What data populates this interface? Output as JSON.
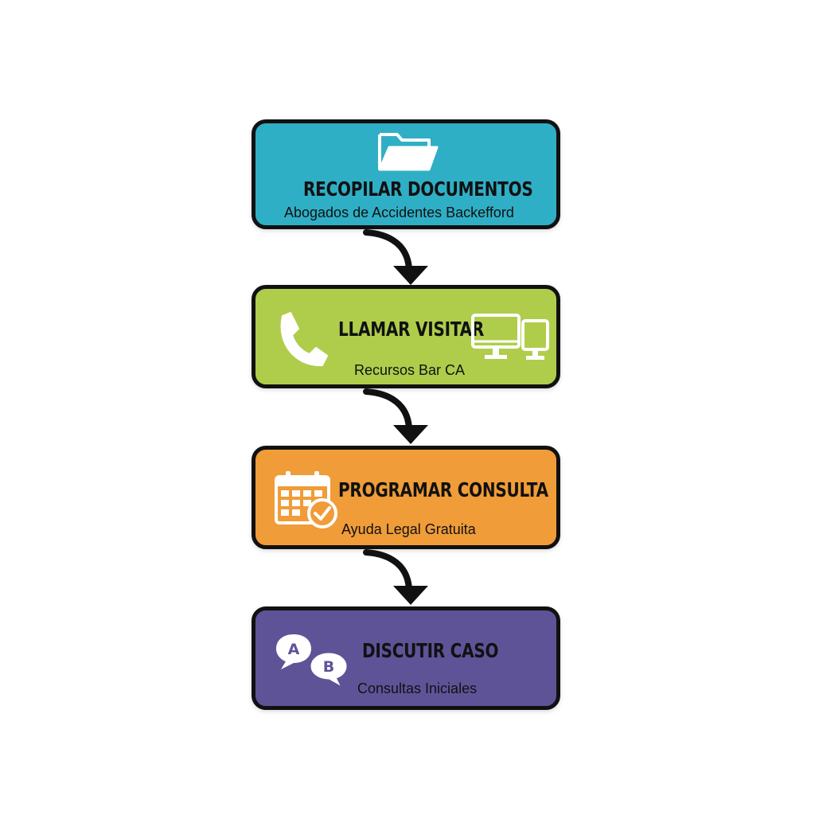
{
  "steps": [
    {
      "title": "RECOPILAR DOCUMENTOS",
      "subtitle": "Abogados de Accidentes Backefford",
      "icon": "folder-icon",
      "color": "#2fafc6"
    },
    {
      "title": "LLAMAR VISITAR",
      "subtitle": "Recursos Bar CA",
      "icon": "phone-and-computers-icon",
      "color": "#afcd4b"
    },
    {
      "title": "PROGRAMAR CONSULTA",
      "subtitle": "Ayuda Legal Gratuita",
      "icon": "calendar-check-icon",
      "color": "#f09c38"
    },
    {
      "title": "DISCUTIR CASO",
      "subtitle": "Consultas Iniciales",
      "icon": "chat-bubbles-icon",
      "color": "#5f5398",
      "bubble_labels": [
        "A",
        "B"
      ]
    }
  ],
  "connectors": [
    "arrow-down",
    "arrow-down",
    "arrow-down"
  ]
}
